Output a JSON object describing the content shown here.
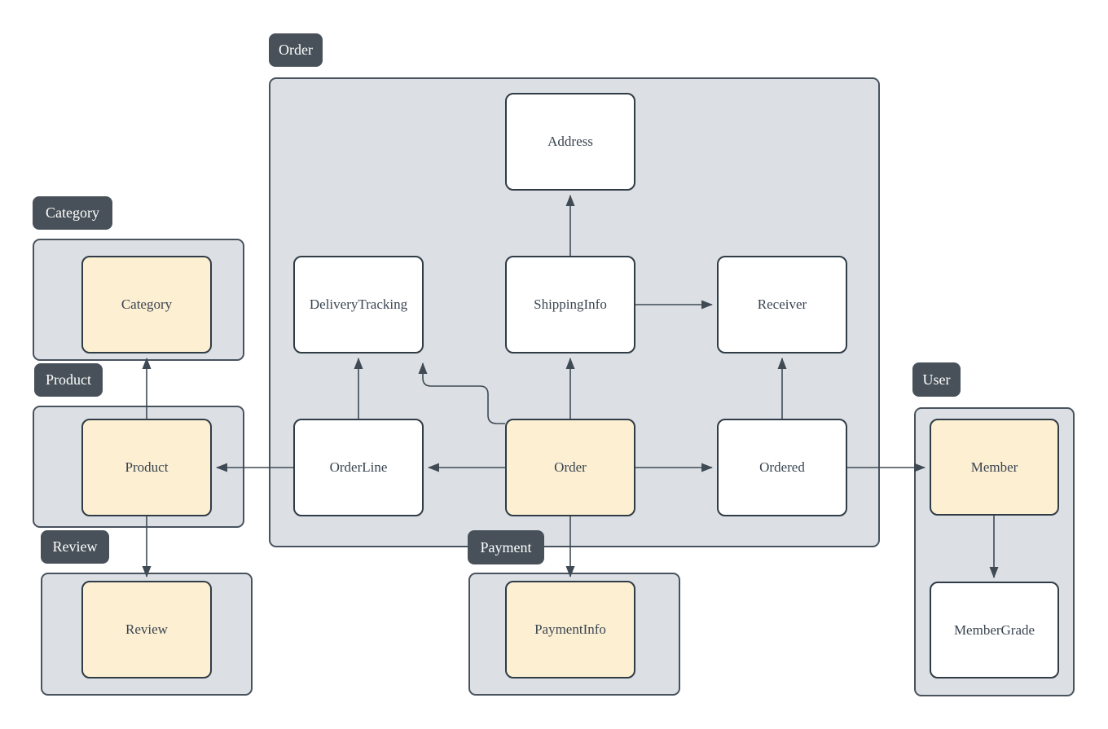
{
  "groups": {
    "order": {
      "label": "Order"
    },
    "category": {
      "label": "Category"
    },
    "product": {
      "label": "Product"
    },
    "review": {
      "label": "Review"
    },
    "payment": {
      "label": "Payment"
    },
    "user": {
      "label": "User"
    }
  },
  "nodes": {
    "address": {
      "label": "Address",
      "highlighted": false
    },
    "delivery_tracking": {
      "label": "DeliveryTracking",
      "highlighted": false
    },
    "shipping_info": {
      "label": "ShippingInfo",
      "highlighted": false
    },
    "receiver": {
      "label": "Receiver",
      "highlighted": false
    },
    "order_line": {
      "label": "OrderLine",
      "highlighted": false
    },
    "order": {
      "label": "Order",
      "highlighted": true
    },
    "ordered": {
      "label": "Ordered",
      "highlighted": false
    },
    "category": {
      "label": "Category",
      "highlighted": true
    },
    "product": {
      "label": "Product",
      "highlighted": true
    },
    "review": {
      "label": "Review",
      "highlighted": true
    },
    "payment_info": {
      "label": "PaymentInfo",
      "highlighted": true
    },
    "member": {
      "label": "Member",
      "highlighted": true
    },
    "member_grade": {
      "label": "MemberGrade",
      "highlighted": false
    }
  },
  "edges": [
    {
      "from": "ShippingInfo",
      "to": "Address"
    },
    {
      "from": "ShippingInfo",
      "to": "Receiver"
    },
    {
      "from": "OrderLine",
      "to": "DeliveryTracking"
    },
    {
      "from": "Order",
      "to": "DeliveryTracking"
    },
    {
      "from": "Order",
      "to": "ShippingInfo"
    },
    {
      "from": "Order",
      "to": "OrderLine"
    },
    {
      "from": "Order",
      "to": "Ordered"
    },
    {
      "from": "Ordered",
      "to": "Receiver"
    },
    {
      "from": "Ordered",
      "to": "Member"
    },
    {
      "from": "OrderLine",
      "to": "Product"
    },
    {
      "from": "Product",
      "to": "Category"
    },
    {
      "from": "Product",
      "to": "Review"
    },
    {
      "from": "Order",
      "to": "PaymentInfo"
    },
    {
      "from": "Member",
      "to": "MemberGrade"
    }
  ],
  "colors": {
    "page_bg": "#ffffff",
    "container_fill": "#dce0e5",
    "container_border": "#49535e",
    "entity_border": "#303c46",
    "badge_bg": "#485159",
    "badge_text": "#ffffff",
    "highlight_fill": "#fcefd2",
    "node_fill": "#ffffff",
    "arrow_color": "#3f4a54",
    "label_color": "#3a4551"
  }
}
